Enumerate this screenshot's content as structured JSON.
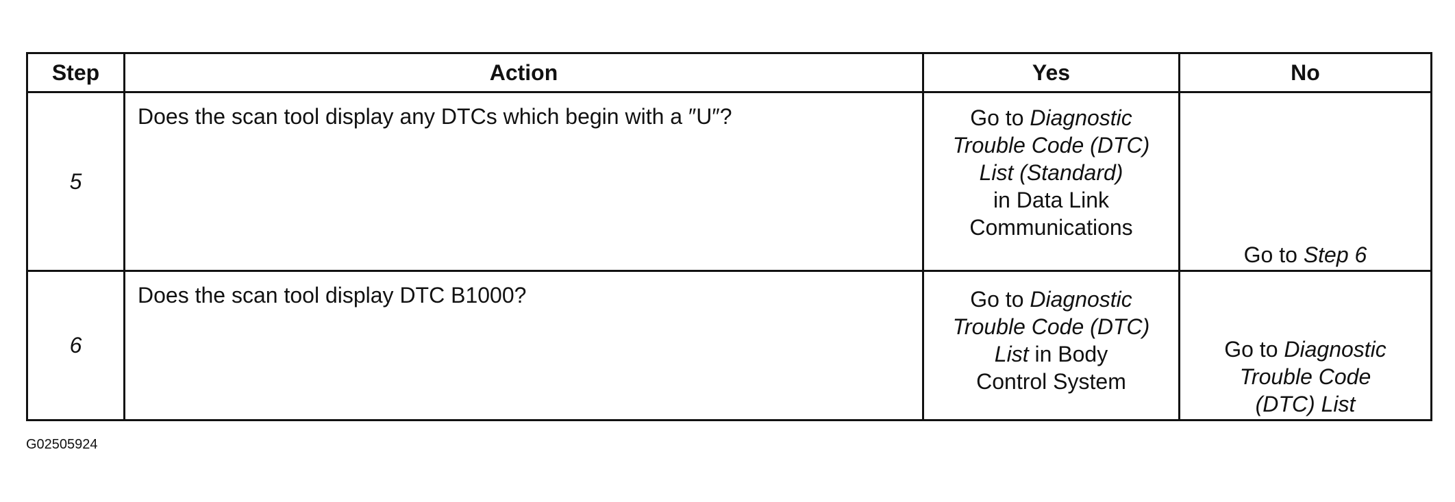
{
  "table": {
    "headers": {
      "step": "Step",
      "action": "Action",
      "yes": "Yes",
      "no": "No"
    },
    "rows": [
      {
        "step": "5",
        "action": "Does the scan tool display any DTCs which begin with a ″U″?",
        "yes": {
          "prefix": "Go to ",
          "italic_1": "Diagnostic",
          "italic_2": "Trouble Code (DTC)",
          "italic_3": "List (Standard)",
          "suffix_1": "in Data Link",
          "suffix_2": "Communications"
        },
        "no": {
          "prefix": "Go to ",
          "italic": "Step 6"
        }
      },
      {
        "step": "6",
        "action": "Does the scan tool display DTC B1000?",
        "yes": {
          "prefix": "Go to ",
          "italic_1": "Diagnostic",
          "italic_2": "Trouble Code (DTC)",
          "italic_3": "List",
          "suffix_1": " in Body",
          "suffix_2": "Control System"
        },
        "no": {
          "prefix": "Go to ",
          "italic_1": "Diagnostic",
          "italic_2": "Trouble Code",
          "italic_3": "(DTC) List"
        }
      }
    ]
  },
  "figure_id": "G02505924"
}
